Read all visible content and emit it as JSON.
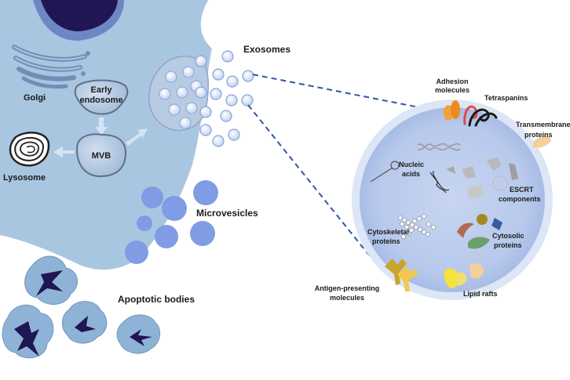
{
  "labels": {
    "golgi": "Golgi",
    "early_endosome_1": "Early",
    "early_endosome_2": "endosome",
    "mvb": "MVB",
    "lysosome": "Lysosome",
    "exosomes": "Exosomes",
    "microvesicles": "Microvesicles",
    "apoptotic_bodies": "Apoptotic bodies",
    "adhesion_1": "Adhesion",
    "adhesion_2": "molecules",
    "tetraspanins": "Tetraspanins",
    "transmembrane_1": "Transmembrane",
    "transmembrane_2": "proteins",
    "nucleic_1": "Nucleic",
    "nucleic_2": "acids",
    "escrt_1": "ESCRT",
    "escrt_2": "components",
    "cytoskeletal_1": "Cytoskeletal",
    "cytoskeletal_2": "proteins",
    "cytosolic_1": "Cytosolic",
    "cytosolic_2": "proteins",
    "antigen_1": "Antigen-presenting",
    "antigen_2": "molecules",
    "lipid_rafts": "Lipid rafts"
  },
  "colors": {
    "cell": "#a9c6e1",
    "nucleus": "#1f1653",
    "vesicle": "#7f9ce4",
    "exosome_fill": "#dde6f5",
    "exosome_core": "#b7c9ec",
    "dashed_line": "#2f55a4",
    "apoptotic_cell": "#8fb3d6"
  }
}
